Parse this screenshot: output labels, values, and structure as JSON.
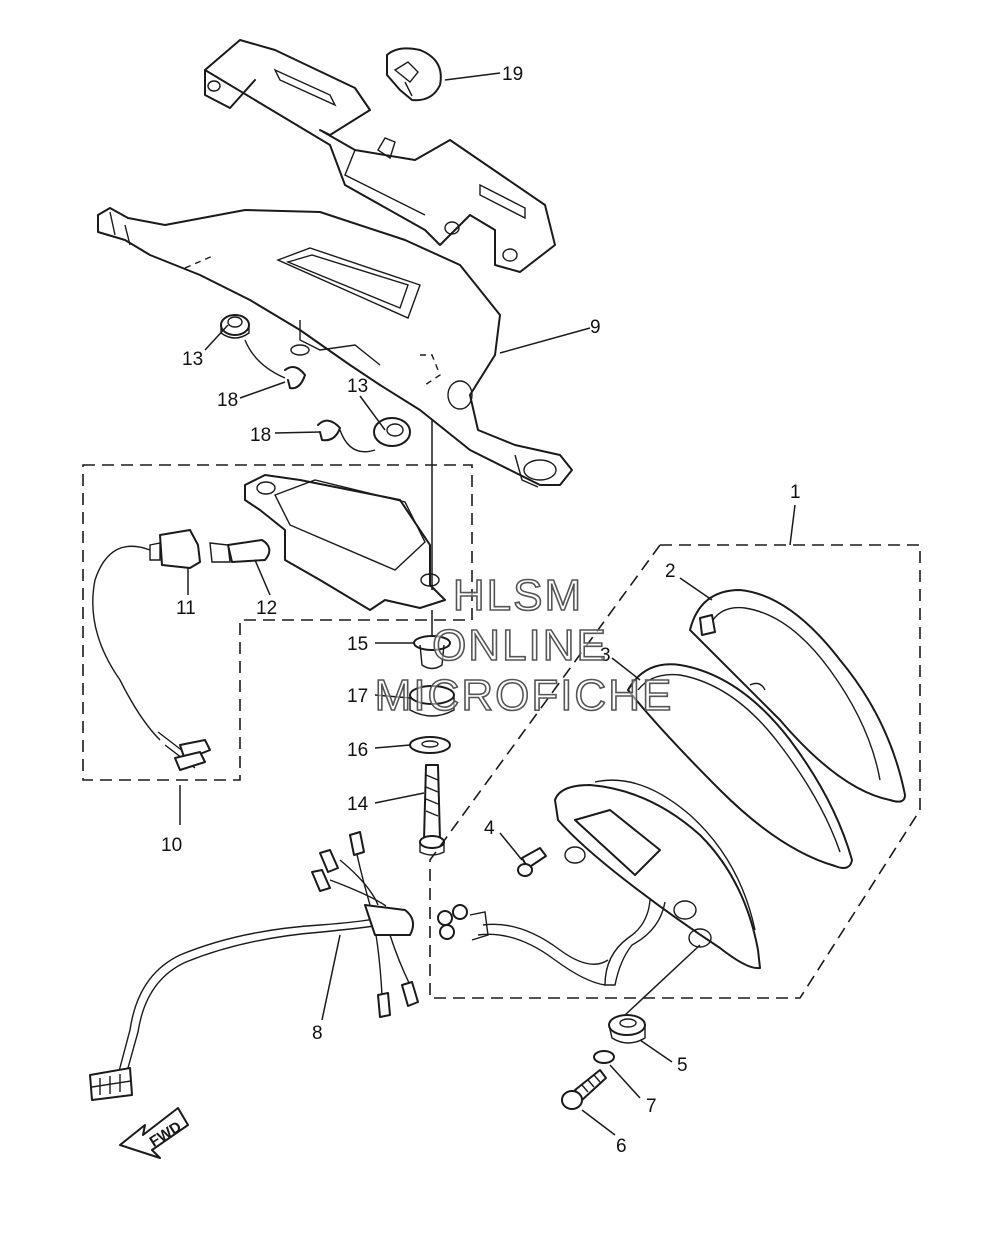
{
  "callouts": {
    "c1": "1",
    "c2": "2",
    "c3": "3",
    "c4": "4",
    "c5": "5",
    "c6": "6",
    "c7": "7",
    "c8": "8",
    "c9": "9",
    "c10": "10",
    "c11": "11",
    "c12": "12",
    "c13a": "13",
    "c13b": "13",
    "c14": "14",
    "c15": "15",
    "c16": "16",
    "c17": "17",
    "c18a": "18",
    "c18b": "18",
    "c19": "19"
  },
  "watermark": {
    "line1": "HLSM",
    "line2": "ONLINE",
    "line3": "MICROFICHE"
  },
  "direction_arrow": {
    "label": "FWD"
  }
}
